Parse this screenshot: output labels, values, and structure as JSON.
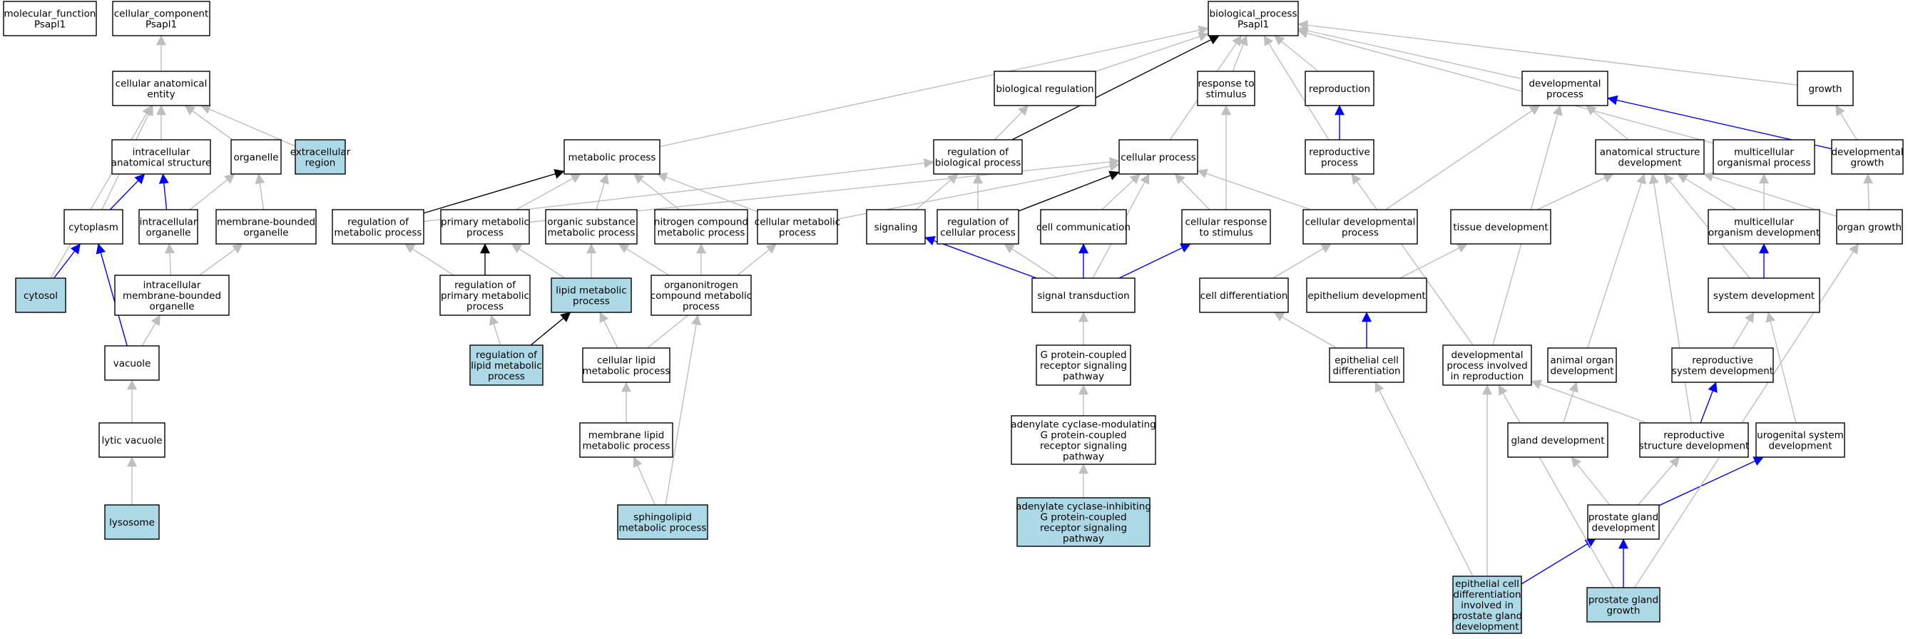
{
  "colors": {
    "highlight_fill": "#add8e6",
    "normal_fill": "#ffffff",
    "edge_gray": "#bebebe",
    "edge_black": "#000000",
    "edge_blue": "#0000ff"
  },
  "nodes": [
    {
      "id": "mf",
      "label": "molecular_function\nPsapl1",
      "highlight": false
    },
    {
      "id": "cc",
      "label": "cellular_component\nPsapl1",
      "highlight": false
    },
    {
      "id": "bp",
      "label": "biological_process\nPsapl1",
      "highlight": false
    },
    {
      "id": "cae",
      "label": "cellular anatomical\nentity",
      "highlight": false
    },
    {
      "id": "ias",
      "label": "intracellular\nanatomical structure",
      "highlight": false
    },
    {
      "id": "org",
      "label": "organelle",
      "highlight": false
    },
    {
      "id": "exr",
      "label": "extracellular\nregion",
      "highlight": true
    },
    {
      "id": "cyt",
      "label": "cytoplasm",
      "highlight": false
    },
    {
      "id": "io",
      "label": "intracellular\norganelle",
      "highlight": false
    },
    {
      "id": "mbo",
      "label": "membrane-bounded\norganelle",
      "highlight": false
    },
    {
      "id": "cyto",
      "label": "cytosol",
      "highlight": true
    },
    {
      "id": "imbo",
      "label": "intracellular\nmembrane-bounded\norganelle",
      "highlight": false
    },
    {
      "id": "vac",
      "label": "vacuole",
      "highlight": false
    },
    {
      "id": "lv",
      "label": "lytic vacuole",
      "highlight": false
    },
    {
      "id": "lys",
      "label": "lysosome",
      "highlight": true
    },
    {
      "id": "mp",
      "label": "metabolic process",
      "highlight": false
    },
    {
      "id": "rmp",
      "label": "regulation of\nmetabolic process",
      "highlight": false
    },
    {
      "id": "pmp",
      "label": "primary metabolic\nprocess",
      "highlight": false
    },
    {
      "id": "osmp",
      "label": "organic substance\nmetabolic process",
      "highlight": false
    },
    {
      "id": "ncmp",
      "label": "nitrogen compound\nmetabolic process",
      "highlight": false
    },
    {
      "id": "cmp",
      "label": "cellular metabolic\nprocess",
      "highlight": false
    },
    {
      "id": "rpmp",
      "label": "regulation of\nprimary metabolic\nprocess",
      "highlight": false
    },
    {
      "id": "lmp",
      "label": "lipid metabolic\nprocess",
      "highlight": true
    },
    {
      "id": "ocmp",
      "label": "organonitrogen\ncompound metabolic\nprocess",
      "highlight": false
    },
    {
      "id": "rlmp",
      "label": "regulation of\nlipid metabolic\nprocess",
      "highlight": true
    },
    {
      "id": "clmp",
      "label": "cellular lipid\nmetabolic process",
      "highlight": false
    },
    {
      "id": "mlmp",
      "label": "membrane lipid\nmetabolic process",
      "highlight": false
    },
    {
      "id": "smp",
      "label": "sphingolipid\nmetabolic process",
      "highlight": true
    },
    {
      "id": "breg",
      "label": "biological regulation",
      "highlight": false
    },
    {
      "id": "rbp",
      "label": "regulation of\nbiological process",
      "highlight": false
    },
    {
      "id": "cp",
      "label": "cellular process",
      "highlight": false
    },
    {
      "id": "rts",
      "label": "response to\nstimulus",
      "highlight": false
    },
    {
      "id": "repr",
      "label": "reproduction",
      "highlight": false
    },
    {
      "id": "rprp",
      "label": "reproductive\nprocess",
      "highlight": false
    },
    {
      "id": "sig",
      "label": "signaling",
      "highlight": false
    },
    {
      "id": "rcp",
      "label": "regulation of\ncellular process",
      "highlight": false
    },
    {
      "id": "cc2",
      "label": "cell communication",
      "highlight": false
    },
    {
      "id": "crs",
      "label": "cellular response\nto stimulus",
      "highlight": false
    },
    {
      "id": "cdp",
      "label": "cellular developmental\nprocess",
      "highlight": false
    },
    {
      "id": "st",
      "label": "signal transduction",
      "highlight": false
    },
    {
      "id": "cd",
      "label": "cell differentiation",
      "highlight": false
    },
    {
      "id": "gpcr",
      "label": "G protein-coupled\nreceptor signaling\npathway",
      "highlight": false
    },
    {
      "id": "acm",
      "label": "adenylate cyclase-modulating\nG protein-coupled\nreceptor signaling\npathway",
      "highlight": false
    },
    {
      "id": "aci",
      "label": "adenylate cyclase-inhibiting\nG protein-coupled\nreceptor signaling\npathway",
      "highlight": true
    },
    {
      "id": "dp",
      "label": "developmental\nprocess",
      "highlight": false
    },
    {
      "id": "gr",
      "label": "growth",
      "highlight": false
    },
    {
      "id": "asd",
      "label": "anatomical structure\ndevelopment",
      "highlight": false
    },
    {
      "id": "mop",
      "label": "multicellular\norganismal process",
      "highlight": false
    },
    {
      "id": "dg",
      "label": "developmental\ngrowth",
      "highlight": false
    },
    {
      "id": "td",
      "label": "tissue development",
      "highlight": false
    },
    {
      "id": "mod",
      "label": "multicellular\norganism development",
      "highlight": false
    },
    {
      "id": "og",
      "label": "organ growth",
      "highlight": false
    },
    {
      "id": "ed",
      "label": "epithelium development",
      "highlight": false
    },
    {
      "id": "sd",
      "label": "system development",
      "highlight": false
    },
    {
      "id": "ecd",
      "label": "epithelial cell\ndifferentiation",
      "highlight": false
    },
    {
      "id": "dpir",
      "label": "developmental\nprocess involved\nin reproduction",
      "highlight": false
    },
    {
      "id": "aod",
      "label": "animal organ\ndevelopment",
      "highlight": false
    },
    {
      "id": "rsd",
      "label": "reproductive\nsystem development",
      "highlight": false
    },
    {
      "id": "gd",
      "label": "gland development",
      "highlight": false
    },
    {
      "id": "rstd",
      "label": "reproductive\nstructure development",
      "highlight": false
    },
    {
      "id": "usd",
      "label": "urogenital system\ndevelopment",
      "highlight": false
    },
    {
      "id": "pgd",
      "label": "prostate gland\ndevelopment",
      "highlight": false
    },
    {
      "id": "ecdpg",
      "label": "epithelial cell\ndifferentiation\ninvolved in\nprostate gland\ndevelopment",
      "highlight": true
    },
    {
      "id": "pgg",
      "label": "prostate gland\ngrowth",
      "highlight": true
    }
  ],
  "edges": [
    [
      "cae",
      "cc",
      "gray"
    ],
    [
      "ias",
      "cae",
      "gray"
    ],
    [
      "org",
      "cae",
      "gray"
    ],
    [
      "exr",
      "cae",
      "gray"
    ],
    [
      "cyt",
      "cae",
      "gray"
    ],
    [
      "cyto",
      "cae",
      "gray"
    ],
    [
      "cyt",
      "ias",
      "blue"
    ],
    [
      "io",
      "ias",
      "blue"
    ],
    [
      "io",
      "org",
      "gray"
    ],
    [
      "mbo",
      "org",
      "gray"
    ],
    [
      "cyto",
      "cyt",
      "blue"
    ],
    [
      "vac",
      "cyt",
      "blue"
    ],
    [
      "imbo",
      "io",
      "gray"
    ],
    [
      "imbo",
      "mbo",
      "gray"
    ],
    [
      "vac",
      "imbo",
      "gray"
    ],
    [
      "lv",
      "vac",
      "gray"
    ],
    [
      "lys",
      "lv",
      "gray"
    ],
    [
      "mp",
      "bp",
      "gray"
    ],
    [
      "breg",
      "bp",
      "gray"
    ],
    [
      "rbp",
      "bp",
      "black"
    ],
    [
      "cp",
      "bp",
      "gray"
    ],
    [
      "rts",
      "bp",
      "gray"
    ],
    [
      "repr",
      "bp",
      "gray"
    ],
    [
      "rprp",
      "bp",
      "gray"
    ],
    [
      "dp",
      "bp",
      "gray"
    ],
    [
      "gr",
      "bp",
      "gray"
    ],
    [
      "mop",
      "bp",
      "gray"
    ],
    [
      "rbp",
      "breg",
      "gray"
    ],
    [
      "rprp",
      "repr",
      "blue"
    ],
    [
      "rmp",
      "mp",
      "black"
    ],
    [
      "pmp",
      "mp",
      "gray"
    ],
    [
      "osmp",
      "mp",
      "gray"
    ],
    [
      "ncmp",
      "mp",
      "gray"
    ],
    [
      "cmp",
      "mp",
      "gray"
    ],
    [
      "rmp",
      "rbp",
      "gray"
    ],
    [
      "rcp",
      "rbp",
      "gray"
    ],
    [
      "sig",
      "rbp",
      "gray"
    ],
    [
      "pmp",
      "cp",
      "gray"
    ],
    [
      "rcp",
      "cp",
      "black"
    ],
    [
      "cc2",
      "cp",
      "gray"
    ],
    [
      "crs",
      "cp",
      "gray"
    ],
    [
      "cdp",
      "cp",
      "gray"
    ],
    [
      "cmp",
      "cp",
      "gray"
    ],
    [
      "st",
      "cp",
      "gray"
    ],
    [
      "crs",
      "rts",
      "gray"
    ],
    [
      "rpmp",
      "pmp",
      "black"
    ],
    [
      "rpmp",
      "rmp",
      "gray"
    ],
    [
      "lmp",
      "pmp",
      "gray"
    ],
    [
      "lmp",
      "osmp",
      "gray"
    ],
    [
      "ocmp",
      "osmp",
      "gray"
    ],
    [
      "ocmp",
      "ncmp",
      "gray"
    ],
    [
      "clmp",
      "cmp",
      "gray"
    ],
    [
      "rlmp",
      "rpmp",
      "gray"
    ],
    [
      "rlmp",
      "lmp",
      "black"
    ],
    [
      "clmp",
      "lmp",
      "gray"
    ],
    [
      "mlmp",
      "clmp",
      "gray"
    ],
    [
      "smp",
      "mlmp",
      "gray"
    ],
    [
      "smp",
      "ocmp",
      "gray"
    ],
    [
      "st",
      "sig",
      "blue"
    ],
    [
      "st",
      "rcp",
      "gray"
    ],
    [
      "st",
      "cc2",
      "blue"
    ],
    [
      "st",
      "crs",
      "blue"
    ],
    [
      "gpcr",
      "st",
      "gray"
    ],
    [
      "acm",
      "gpcr",
      "gray"
    ],
    [
      "aci",
      "acm",
      "gray"
    ],
    [
      "cdp",
      "dp",
      "gray"
    ],
    [
      "asd",
      "dp",
      "gray"
    ],
    [
      "dg",
      "dp",
      "blue"
    ],
    [
      "dpir",
      "dp",
      "gray"
    ],
    [
      "dg",
      "gr",
      "gray"
    ],
    [
      "cd",
      "cdp",
      "gray"
    ],
    [
      "ecd",
      "cd",
      "gray"
    ],
    [
      "ecd",
      "ed",
      "blue"
    ],
    [
      "ed",
      "td",
      "gray"
    ],
    [
      "td",
      "asd",
      "gray"
    ],
    [
      "mod",
      "asd",
      "gray"
    ],
    [
      "sd",
      "asd",
      "gray"
    ],
    [
      "aod",
      "asd",
      "gray"
    ],
    [
      "rstd",
      "asd",
      "gray"
    ],
    [
      "mod",
      "mop",
      "gray"
    ],
    [
      "og",
      "dg",
      "gray"
    ],
    [
      "sd",
      "mod",
      "blue"
    ],
    [
      "og",
      "asd",
      "gray"
    ],
    [
      "dpir",
      "rprp",
      "gray"
    ],
    [
      "rsd",
      "sd",
      "gray"
    ],
    [
      "usd",
      "sd",
      "gray"
    ],
    [
      "rstd",
      "rsd",
      "blue"
    ],
    [
      "rstd",
      "dpir",
      "gray"
    ],
    [
      "gd",
      "aod",
      "gray"
    ],
    [
      "pgd",
      "gd",
      "gray"
    ],
    [
      "pgd",
      "rstd",
      "gray"
    ],
    [
      "pgd",
      "usd",
      "blue"
    ],
    [
      "ecdpg",
      "pgd",
      "blue"
    ],
    [
      "ecdpg",
      "ecd",
      "gray"
    ],
    [
      "ecdpg",
      "dpir",
      "gray"
    ],
    [
      "pgg",
      "pgd",
      "blue"
    ],
    [
      "pgg",
      "og",
      "gray"
    ],
    [
      "pgg",
      "dpir",
      "gray"
    ]
  ]
}
